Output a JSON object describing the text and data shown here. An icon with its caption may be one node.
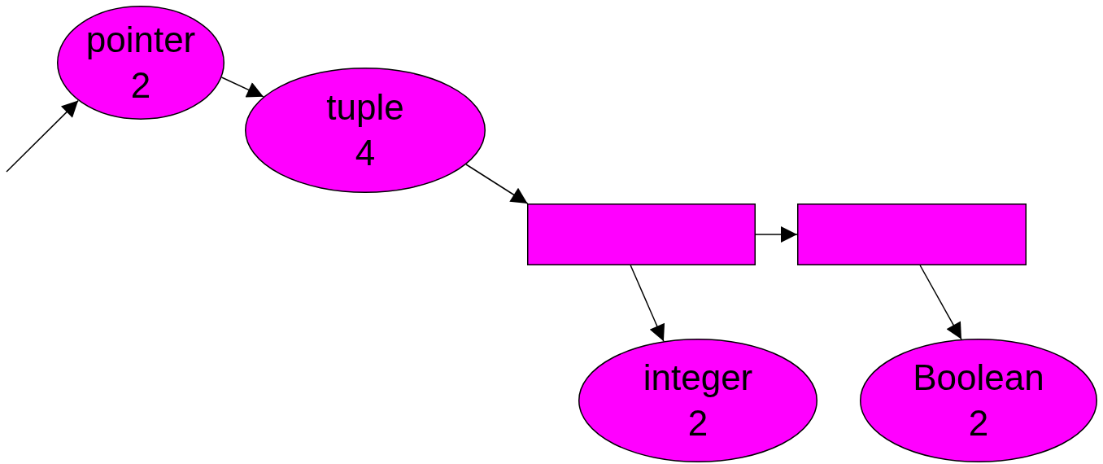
{
  "diagram": {
    "nodes": [
      {
        "text": [
          "pointer",
          "2"
        ]
      },
      {
        "text": [
          "tuple",
          "4"
        ]
      },
      {
        "text": [],
        "shape": "box"
      },
      {
        "text": [],
        "shape": "box"
      },
      {
        "text": [
          "integer",
          "2"
        ]
      },
      {
        "text": [
          "Boolean",
          "2"
        ]
      }
    ],
    "edges": [
      {
        "from": null,
        "to": 0,
        "arrow": "to"
      },
      {
        "from": 0,
        "to": 1,
        "arrow": "to"
      },
      {
        "from": 1,
        "to": 2,
        "arrow": "to"
      },
      {
        "from": 2,
        "to": 3,
        "arrow": "to"
      },
      {
        "from": 2,
        "to": 4,
        "arrow": "to"
      },
      {
        "from": 3,
        "to": 5,
        "arrow": "to"
      }
    ]
  }
}
